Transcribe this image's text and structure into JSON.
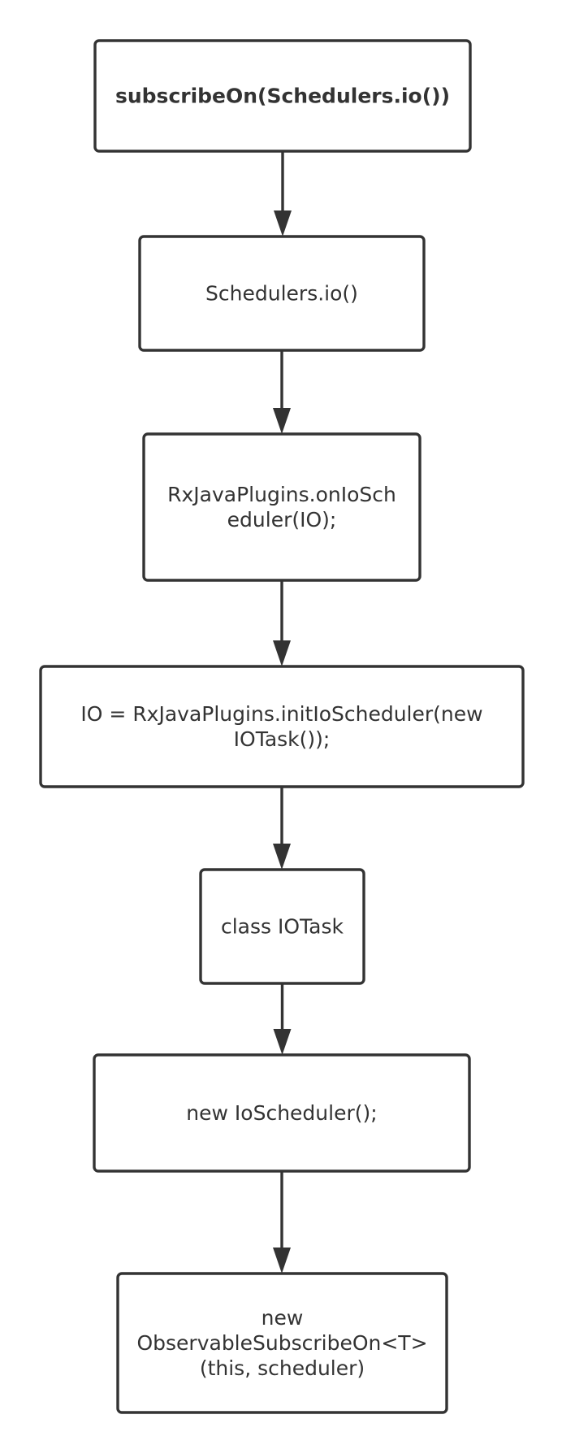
{
  "nodes": [
    {
      "id": "n1",
      "lines": [
        "subscribeOn(Schedulers.io())"
      ],
      "bold": true
    },
    {
      "id": "n2",
      "lines": [
        "Schedulers.io()"
      ],
      "bold": false
    },
    {
      "id": "n3",
      "lines": [
        "RxJavaPlugins.onIoSch",
        "eduler(IO);"
      ],
      "bold": false
    },
    {
      "id": "n4",
      "lines": [
        "IO = RxJavaPlugins.initIoScheduler(new",
        "IOTask());"
      ],
      "bold": false
    },
    {
      "id": "n5",
      "lines": [
        "class IOTask"
      ],
      "bold": false
    },
    {
      "id": "n6",
      "lines": [
        "new IoScheduler();"
      ],
      "bold": false
    },
    {
      "id": "n7",
      "lines": [
        "new",
        "ObservableSubscribeOn<T>",
        "(this, scheduler)"
      ],
      "bold": false
    }
  ],
  "edges": [
    {
      "from": "n1",
      "to": "n2"
    },
    {
      "from": "n2",
      "to": "n3"
    },
    {
      "from": "n3",
      "to": "n4"
    },
    {
      "from": "n4",
      "to": "n5"
    },
    {
      "from": "n5",
      "to": "n6"
    },
    {
      "from": "n6",
      "to": "n7"
    }
  ],
  "colors": {
    "stroke": "#333333",
    "fill": "#ffffff",
    "text": "#333333"
  }
}
